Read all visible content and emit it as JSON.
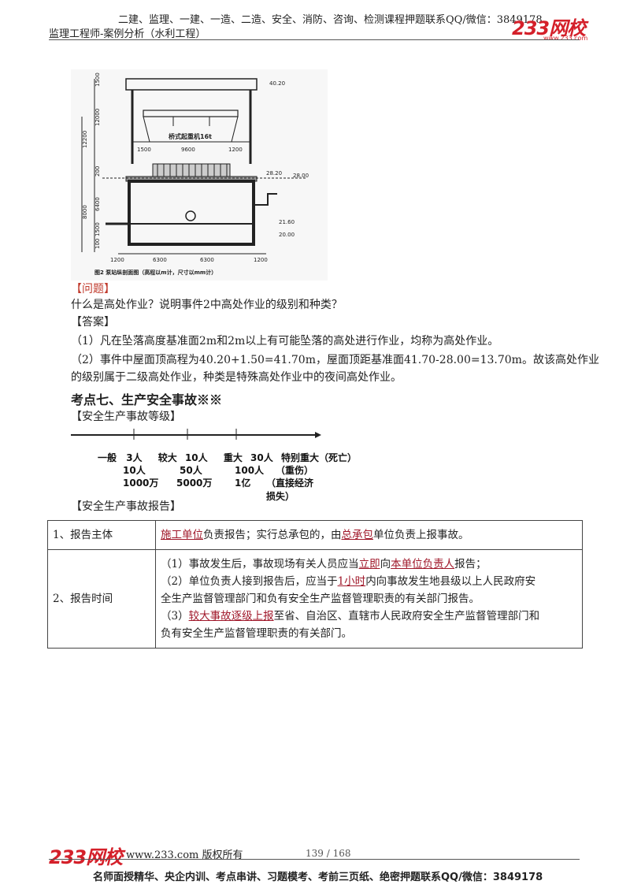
{
  "header": {
    "promo": "二建、监理、一建、一造、二造、安全、消防、咨询、检测课程押题联系QQ/微信：3849178",
    "subtitle": "监理工程师-案例分析（水利工程）",
    "logo": "233网校",
    "logo_sub": "www.233.com"
  },
  "figure": {
    "labels": {
      "el_top": "40.20",
      "el_2820": "28.20",
      "el_2800": "28.00",
      "el_2160": "21.60",
      "el_2000": "20.00",
      "crane": "桥式起重机16t",
      "d1500a": "1500",
      "d9600": "9600",
      "d1200a": "1200",
      "d1200b": "1200",
      "d6300a": "6300",
      "d6300b": "6300",
      "d1200c": "1200",
      "v1500": "1500",
      "v12000": "12000",
      "v12200": "12200",
      "v200": "200",
      "v6400": "6400",
      "v8000": "8000",
      "v1500b": "1500",
      "v100": "100",
      "caption": "图2  泵站纵剖面图（高程以m计，尺寸以mm计）"
    }
  },
  "question": {
    "label": "【问题】",
    "text": "什么是高处作业？说明事件2中高处作业的级别和种类？"
  },
  "answer": {
    "label": "【答案】",
    "p1": "（1）凡在坠落高度基准面2m和2m以上有可能坠落的高处进行作业，均称为高处作业。",
    "p2a": "（2）事件中屋面顶高程为40.20+1.50=41.70m，屋面顶距基准面41.70-28.00=13.70m。故该高处作业",
    "p2b": "的级别属于二级高处作业，种类是特殊高处作业中的夜间高处作业。"
  },
  "kaodian": {
    "title": "考点七、生产安全事故※※",
    "grade_label": "【安全生产事故等级】",
    "report_label": "【安全生产事故报告】"
  },
  "accident_grades": {
    "row1": [
      "一般",
      "3人",
      "较大",
      "10人",
      "重大",
      "30人",
      "特别重大（死亡）"
    ],
    "row2": [
      "10人",
      "50人",
      "100人",
      "（重伤）"
    ],
    "row3": [
      "1000万",
      "5000万",
      "1亿",
      "（直接经济损失）"
    ]
  },
  "report_table": {
    "row1": {
      "key": "1、报告主体",
      "v_u1": "施工单位",
      "v_t1": "负责报告；实行总承包的，由",
      "v_u2": "总承包",
      "v_t2": "单位负责上报事故。"
    },
    "row2": {
      "key": "2、报告时间",
      "l1_t1": "（1）事故发生后，事故现场有关人员应当",
      "l1_u1": "立即",
      "l1_t2": "向",
      "l1_u2": "本单位负责人",
      "l1_t3": "报告；",
      "l2_t1": "（2）单位负责人接到报告后，应当于",
      "l2_u1": "1小时",
      "l2_t2": "内向事故发生地县级以上人民政府安",
      "l3": "全生产监督管理部门和负有安全生产监督管理职责的有关部门报告。",
      "l4_t1": "（3）",
      "l4_u1": "较大事故逐级上报",
      "l4_t2": "至省、自治区、直辖市人民政府安全生产监督管理部门和",
      "l5": "负有安全生产监督管理职责的有关部门。"
    }
  },
  "footer": {
    "logo": "233网校",
    "site": "www.233.com 版权所有",
    "page": "139 / 168",
    "slogan": "名师面授精华、央企内训、考点串讲、习题模考、考前三页纸、绝密押题联系QQ/微信：3849178"
  },
  "colors": {
    "brand": "#d4202a",
    "section_red": "#c0392b",
    "underline_red": "#a0182a"
  }
}
